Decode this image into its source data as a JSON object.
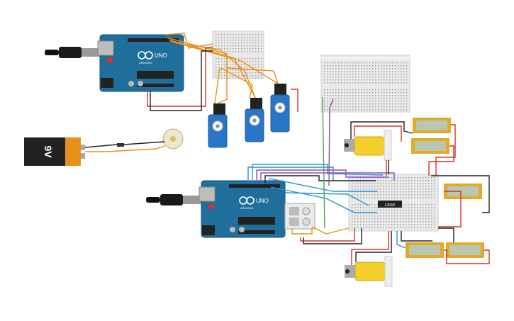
{
  "circuit": {
    "arduino_top": {
      "model_label": "UNO",
      "brand_label": "ARDUINO"
    },
    "arduino_bottom": {
      "model_label": "UNO",
      "brand_label": "ARDUINO"
    },
    "battery": {
      "label": "9V"
    },
    "motor_driver": {
      "label": "L293D"
    }
  },
  "colors": {
    "board_blue": "#1f6e9c",
    "wire_orange": "#e8901a",
    "wire_red": "#d8312b",
    "wire_black": "#222222",
    "wire_blue": "#2a93d5",
    "wire_green": "#4aa84a",
    "wire_purple": "#8a4fb8",
    "motor_yellow": "#f3cf2b",
    "servo_blue": "#2a76c6",
    "breadboard": "#e9e9e9",
    "lcd_frame": "#e2a92a",
    "lcd_screen": "#b9c6b2"
  },
  "icons": [
    "usb-cable-icon",
    "servo-icon",
    "dc-motor-icon",
    "gear-motor-icon",
    "lcd-module-icon",
    "relay-module-icon",
    "ic-chip-icon"
  ]
}
